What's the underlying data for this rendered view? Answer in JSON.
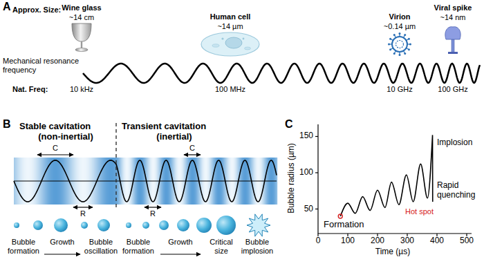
{
  "diagram": {
    "labels": [
      "A",
      "Approx. Size:",
      "Wine glass",
      "~14 cm",
      "Human cell",
      "~14 µm",
      "Virion",
      "~0.14 µm",
      "Viral spike",
      "~14 nm",
      "Mechanical resonance frequency",
      "Nat. Freq:",
      "10 kHz",
      "100 MHz",
      "10 GHz",
      "100 GHz",
      "B",
      "Stable cavitation",
      "(non-inertial)",
      "Transient cavitation",
      "(inertial)",
      "C",
      "R",
      "C",
      "R",
      "Bubble formation",
      "Growth",
      "Bubble oscillation",
      "Bubble formation",
      "Growth",
      "Critical size",
      "Bubble implosion",
      "C",
      "Bubble radius (µm)",
      "150",
      "100",
      "50",
      "0",
      "100",
      "200",
      "300",
      "400",
      "500",
      "Time (µs)",
      "Formation",
      "Hot spot",
      "Implosion",
      "Rapid quenching"
    ]
  }
}
